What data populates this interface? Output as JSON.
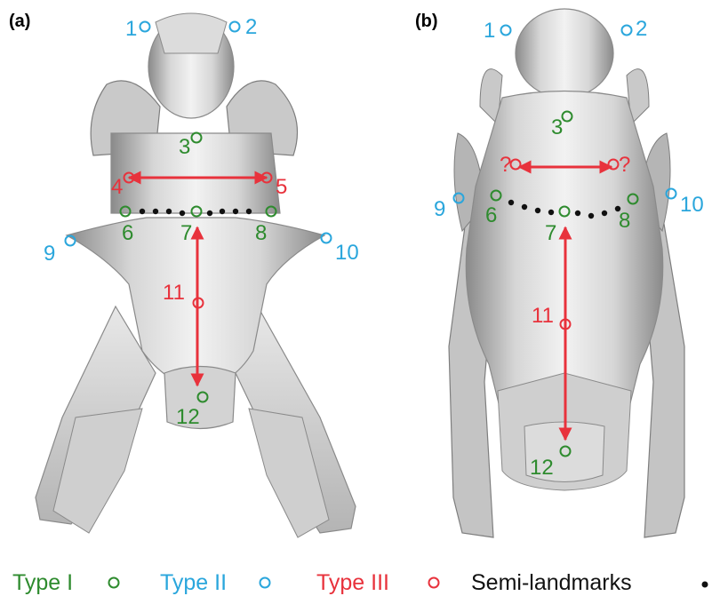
{
  "panels": [
    {
      "label": "(a)",
      "landmarks": [
        {
          "id": "1",
          "label": "1",
          "type": "II"
        },
        {
          "id": "2",
          "label": "2",
          "type": "II"
        },
        {
          "id": "3",
          "label": "3",
          "type": "I"
        },
        {
          "id": "4",
          "label": "4",
          "type": "III"
        },
        {
          "id": "5",
          "label": "5",
          "type": "III"
        },
        {
          "id": "6",
          "label": "6",
          "type": "I"
        },
        {
          "id": "7",
          "label": "7",
          "type": "I"
        },
        {
          "id": "8",
          "label": "8",
          "type": "I"
        },
        {
          "id": "9",
          "label": "9",
          "type": "II"
        },
        {
          "id": "10",
          "label": "10",
          "type": "II"
        },
        {
          "id": "11",
          "label": "11",
          "type": "III"
        },
        {
          "id": "12",
          "label": "12",
          "type": "I"
        }
      ]
    },
    {
      "label": "(b)",
      "landmarks": [
        {
          "id": "1",
          "label": "1",
          "type": "II"
        },
        {
          "id": "2",
          "label": "2",
          "type": "II"
        },
        {
          "id": "3",
          "label": "3",
          "type": "I"
        },
        {
          "id": "4",
          "label": "?",
          "type": "III"
        },
        {
          "id": "5",
          "label": "?",
          "type": "III"
        },
        {
          "id": "6",
          "label": "6",
          "type": "I"
        },
        {
          "id": "7",
          "label": "7",
          "type": "I"
        },
        {
          "id": "8",
          "label": "8",
          "type": "I"
        },
        {
          "id": "9",
          "label": "9",
          "type": "II"
        },
        {
          "id": "10",
          "label": "10",
          "type": "II"
        },
        {
          "id": "11",
          "label": "11",
          "type": "III"
        },
        {
          "id": "12",
          "label": "12",
          "type": "I"
        }
      ]
    }
  ],
  "legend": [
    {
      "type": "I",
      "label": "Type I",
      "color": "#2e8b2e",
      "marker": "open-circle"
    },
    {
      "type": "II",
      "label": "Type II",
      "color": "#2aa6dc",
      "marker": "open-circle"
    },
    {
      "type": "III",
      "label": "Type III",
      "color": "#e8323c",
      "marker": "open-circle"
    },
    {
      "type": "semi",
      "label": "Semi-landmarks",
      "color": "#111111",
      "marker": "dot"
    }
  ],
  "colors": {
    "type_I": "#2e8b2e",
    "type_II": "#2aa6dc",
    "type_III": "#e8323c",
    "semi": "#111111",
    "bone_light": "#ececec",
    "bone_mid": "#bdbdbd",
    "bone_dark": "#7e7e7e"
  }
}
